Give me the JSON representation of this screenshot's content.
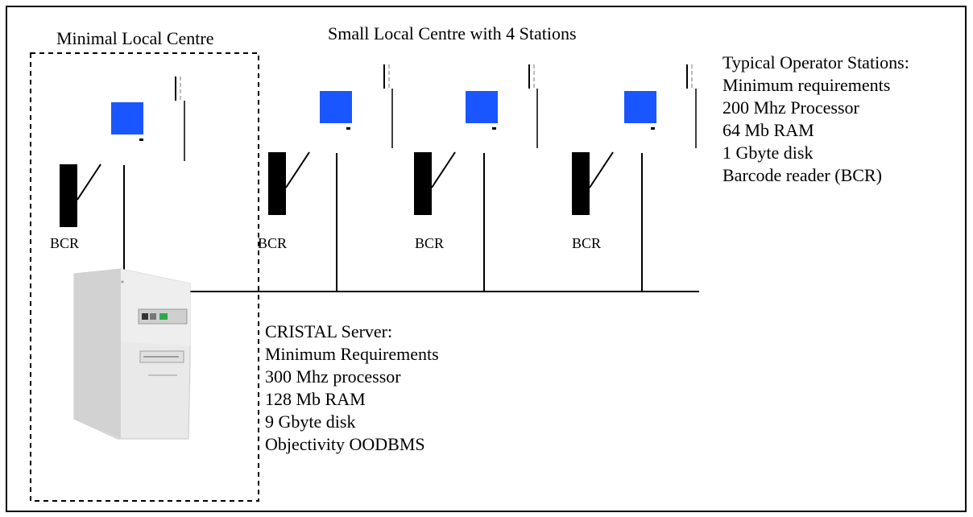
{
  "minimal_title": "Minimal Local Centre",
  "small_title": "Small Local Centre with 4 Stations",
  "operator_specs": [
    "Typical Operator Stations:",
    "Minimum requirements",
    "200 Mhz Processor",
    "64 Mb RAM",
    "1 Gbyte disk",
    "Barcode reader (BCR)"
  ],
  "server_specs": [
    "CRISTAL Server:",
    "Minimum Requirements",
    "300 Mhz processor",
    "128 Mb RAM",
    "9 Gbyte disk",
    "Objectivity OODBMS"
  ],
  "bcr_label": "BCR",
  "colors": {
    "monitor": "#1a56ff",
    "line": "#000000",
    "server_body": "#dcdcdc"
  }
}
